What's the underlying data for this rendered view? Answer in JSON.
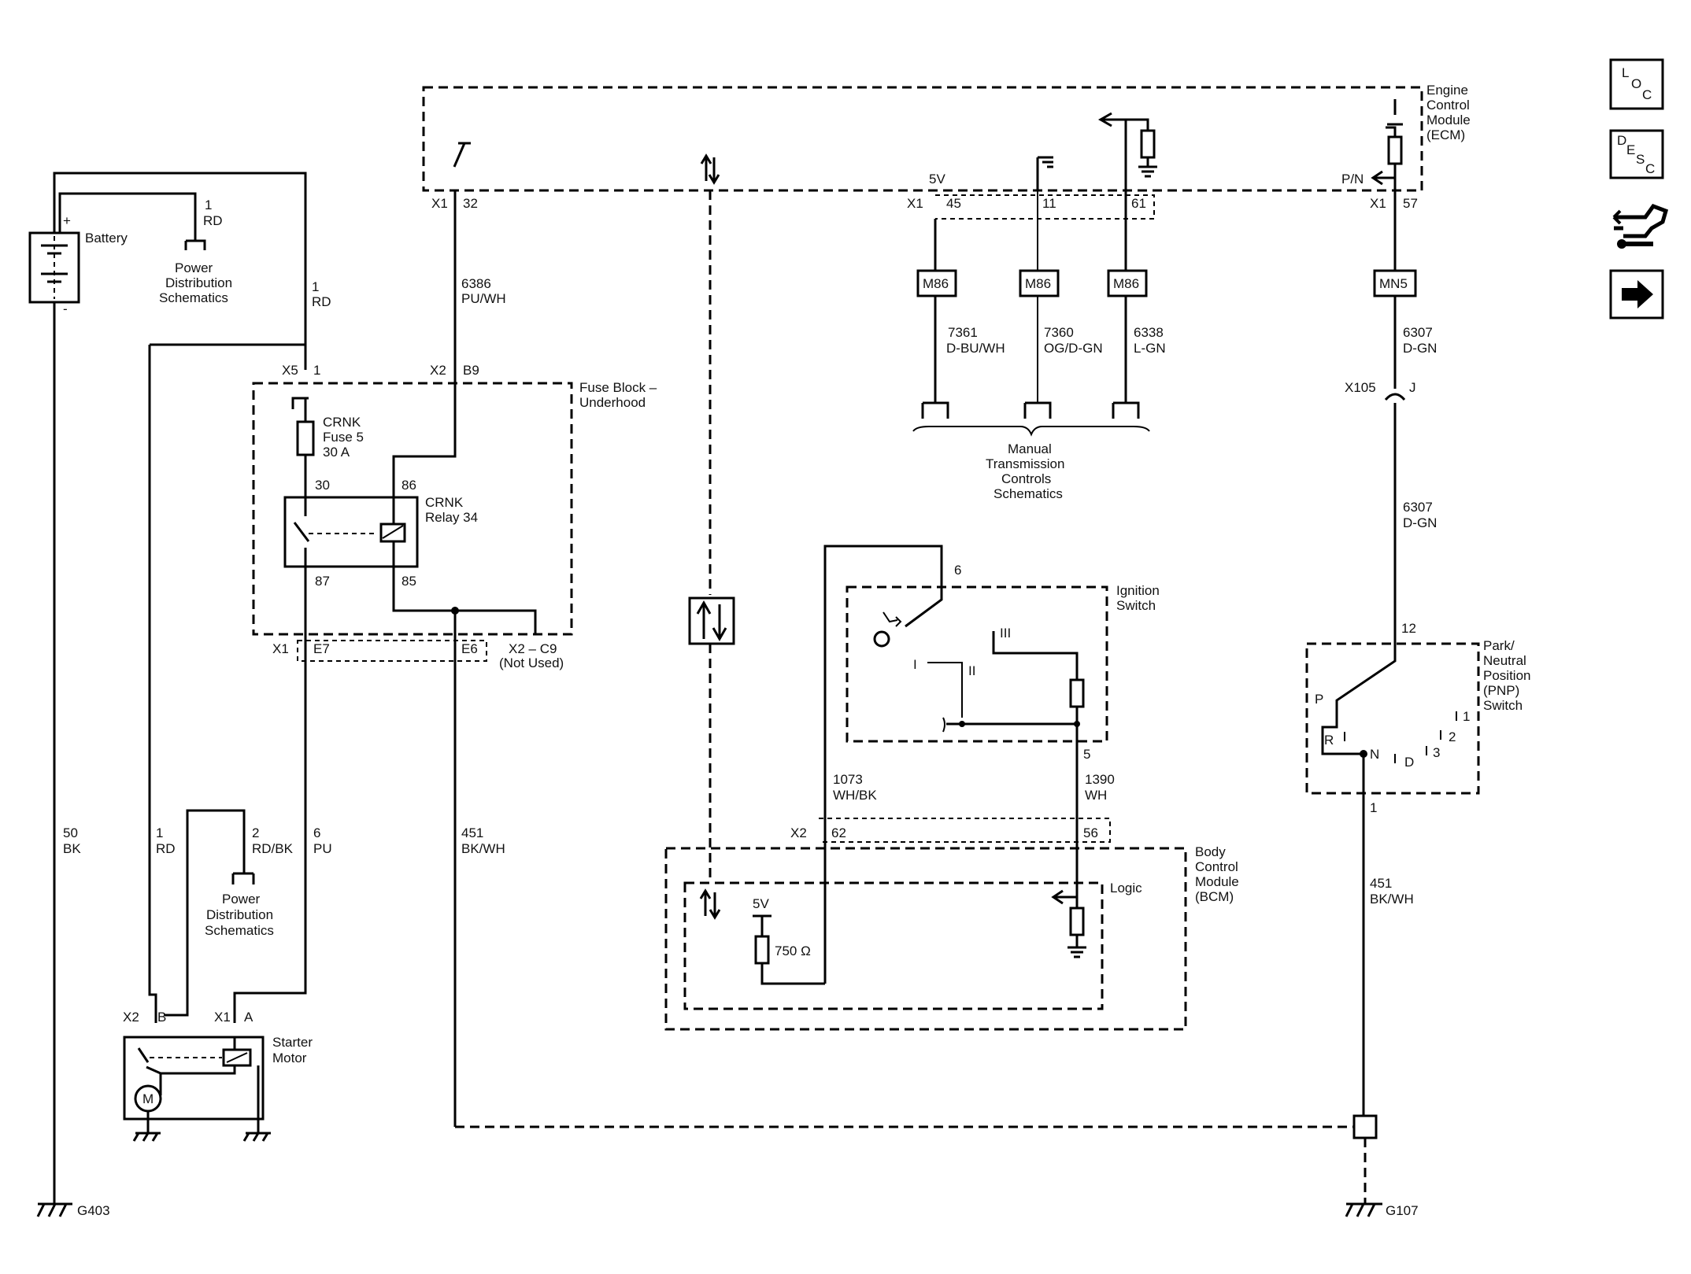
{
  "nav": {
    "loc_chars": [
      "L",
      "O",
      "C"
    ],
    "desc_chars": [
      "D",
      "E",
      "S",
      "C"
    ]
  },
  "battery": {
    "label": "Battery",
    "plus": "+",
    "minus": "-",
    "circuit_num": "1",
    "circuit_color": "RD",
    "note": [
      "Power",
      "Distribution",
      "Schematics"
    ]
  },
  "wires": {
    "w1_num": "1",
    "w1_color": "RD",
    "w50_num": "50",
    "w50_color": "BK",
    "w6386_num": "6386",
    "w6386_color": "PU/WH",
    "w7361_num": "7361",
    "w7361_color": "D-BU/WH",
    "w7360_num": "7360",
    "w7360_color": "OG/D-GN",
    "w6338_num": "6338",
    "w6338_color": "L-GN",
    "w6307_num": "6307",
    "w6307_color": "D-GN",
    "w1rd_num": "1",
    "w1rd_color": "RD",
    "w2_num": "2",
    "w2_color": "RD/BK",
    "w6_num": "6",
    "w6_color": "PU",
    "w451_num": "451",
    "w451_color": "BK/WH",
    "w1073_num": "1073",
    "w1073_color": "WH/BK",
    "w1390_num": "1390",
    "w1390_color": "WH"
  },
  "ecm": {
    "label": [
      "Engine",
      "Control",
      "Module",
      "(ECM)"
    ],
    "x1": "X1",
    "p32": "32",
    "p45": "45",
    "p11": "11",
    "p61": "61",
    "p57": "57",
    "v5": "5V",
    "pn": "P/N"
  },
  "connectors": {
    "m86": "M86",
    "mn5": "MN5",
    "x105": "X105",
    "j": "J",
    "x5": "X5",
    "x2": "X2",
    "p1": "1",
    "b9": "B9"
  },
  "fuse_block": {
    "label": [
      "Fuse Block –",
      "Underhood"
    ],
    "fuse": [
      "CRNK",
      "Fuse 5",
      "30 A"
    ],
    "relay": [
      "CRNK",
      "Relay 34"
    ],
    "p30": "30",
    "p86": "86",
    "p87": "87",
    "p85": "85",
    "x1": "X1",
    "e7": "E7",
    "e6": "E6",
    "x2c9": "X2 – C9",
    "not_used": "(Not Used)"
  },
  "mtc": [
    "Manual",
    "Transmission",
    "Controls",
    "Schematics"
  ],
  "ignition": {
    "label": [
      "Ignition",
      "Switch"
    ],
    "p6": "6",
    "p5": "5",
    "pos1": "I",
    "pos2": "II",
    "pos3": "III"
  },
  "pnp": {
    "label": [
      "Park/",
      "Neutral",
      "Position",
      "(PNP)",
      "Switch"
    ],
    "p12": "12",
    "p1": "1",
    "P": "P",
    "R": "R",
    "N": "N",
    "D": "D",
    "g1": "1",
    "g2": "2",
    "g3": "3"
  },
  "bcm": {
    "label": [
      "Body",
      "Control",
      "Module",
      "(BCM)"
    ],
    "x2": "X2",
    "p62": "62",
    "p56": "56",
    "logic": "Logic",
    "v5": "5V",
    "res": "750 Ω"
  },
  "starter": {
    "label": [
      "Starter",
      "Motor"
    ],
    "x2": "X2",
    "b": "B",
    "x1": "X1",
    "a": "A",
    "m": "M",
    "note": [
      "Power",
      "Distribution",
      "Schematics"
    ]
  },
  "grounds": {
    "g403": "G403",
    "g107": "G107"
  }
}
